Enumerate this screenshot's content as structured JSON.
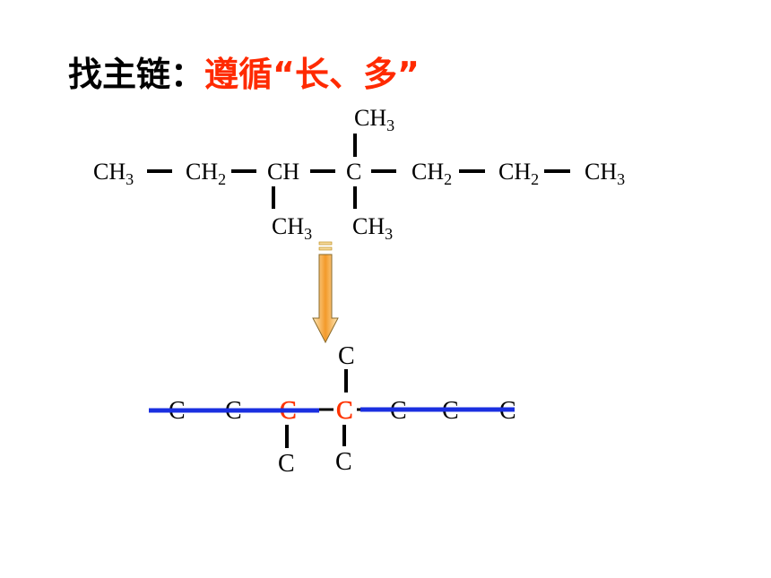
{
  "title": {
    "lead": "找主链：",
    "accent": "遵循“长、多”"
  },
  "structural_formula": {
    "ch3": "CH",
    "ch2": "CH",
    "ch": "CH",
    "c": "C",
    "sub3": "3",
    "sub2": "2"
  },
  "skeleton": {
    "c": "C"
  },
  "colors": {
    "accent": "#ff2a00",
    "main_chain": "#1a2fe0",
    "highlight_c": "#ff3300",
    "arrow_top": "#fff6d8",
    "arrow_bottom": "#f5a623"
  },
  "icons": {
    "arrow": "down-arrow-icon"
  }
}
